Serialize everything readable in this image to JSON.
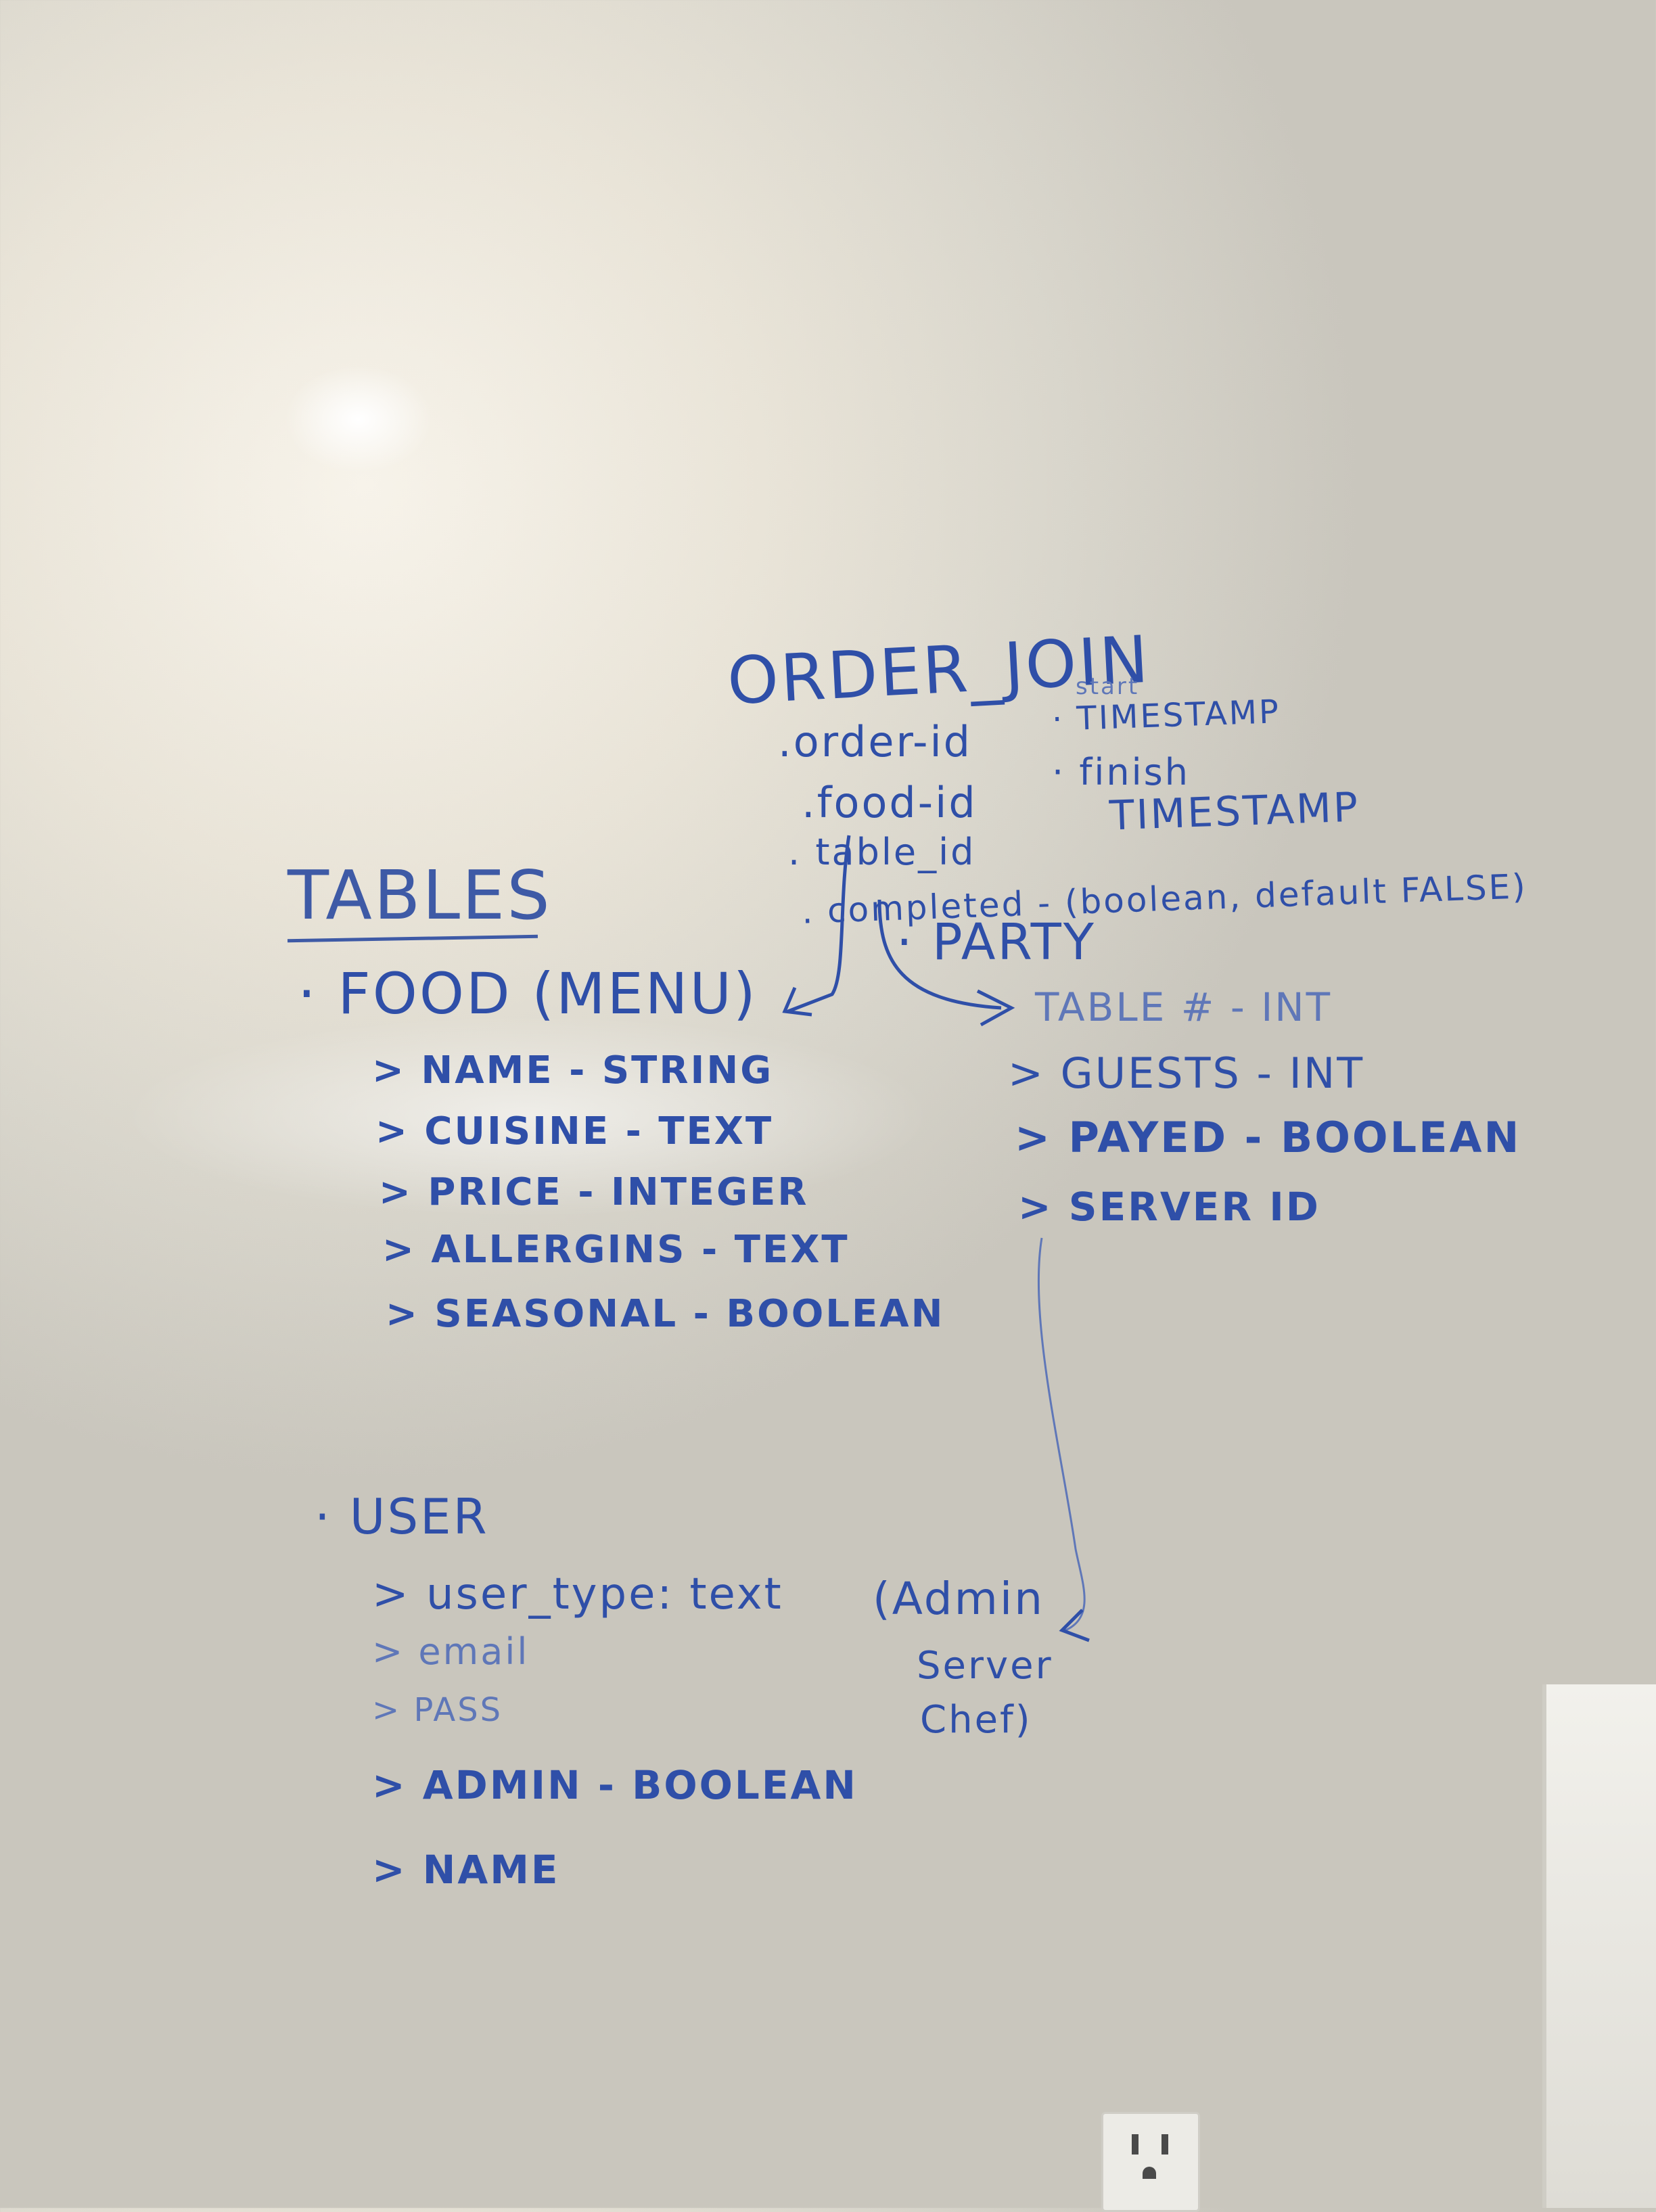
{
  "order_join": {
    "title": "ORDER_JOIN",
    "fields": [
      ".order-id",
      ".food-id",
      ". table_id",
      ". completed - (boolean, default FALSE)"
    ],
    "start_label": "start",
    "start_type": "· TIMESTAMP",
    "finish_label": "· finish",
    "finish_type": "TIMESTAMP"
  },
  "tables_heading": "TABLES",
  "food": {
    "title": "· FOOD (MENU)",
    "fields": [
      "> NAME - STRING",
      "> CUISINE - TEXT",
      "> PRICE - INTEGER",
      "> ALLERGINS - TEXT",
      "> SEASONAL - BOOLEAN"
    ]
  },
  "party": {
    "title": "· PARTY",
    "fields": [
      "TABLE # - INT",
      "> GUESTS - INT",
      "> PAYED - BOOLEAN",
      "> SERVER ID"
    ]
  },
  "user": {
    "title": "· USER",
    "fields": [
      "> user_type: text",
      "> email",
      "> PASS",
      "> ADMIN - BOOLEAN",
      "> NAME"
    ],
    "user_types": [
      "(Admin",
      "Server",
      "Chef)"
    ]
  },
  "ink_color": "#2f4fa8"
}
